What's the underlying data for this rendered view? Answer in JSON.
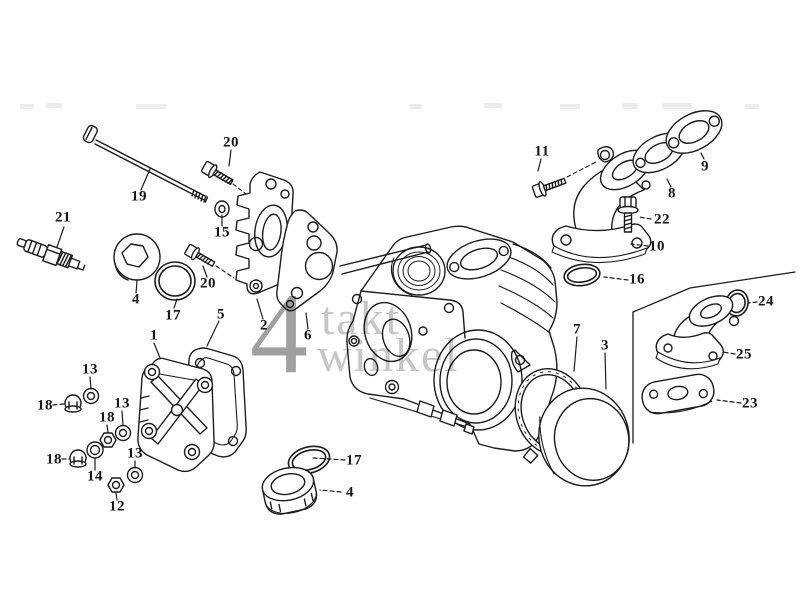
{
  "canvas": {
    "background": "#ffffff",
    "ink": "#1c1c1c"
  },
  "watermark": {
    "digit": "4",
    "word_top": "takt",
    "word_bottom": "winkel",
    "digit_color": "#a0a0a0",
    "word_color": "#c6c6c6"
  },
  "callouts": [
    {
      "id": "callout-21-spark-plug",
      "part": "21"
    },
    {
      "id": "callout-19-stud-bolt",
      "part": "19"
    },
    {
      "id": "callout-20-bolt-upper",
      "part": "20"
    },
    {
      "id": "callout-15-washer",
      "part": "15"
    },
    {
      "id": "callout-4-cap-upper",
      "part": "4"
    },
    {
      "id": "callout-17-oring-upper",
      "part": "17"
    },
    {
      "id": "callout-20-bolt-lower",
      "part": "20"
    },
    {
      "id": "callout-2-cam-plate",
      "part": "2"
    },
    {
      "id": "callout-6-gasket",
      "part": "6"
    },
    {
      "id": "callout-1-head-cover",
      "part": "1"
    },
    {
      "id": "callout-5-cover-gasket",
      "part": "5"
    },
    {
      "id": "callout-13-washer-a",
      "part": "13"
    },
    {
      "id": "callout-18-capnut-a",
      "part": "18"
    },
    {
      "id": "callout-13-washer-b",
      "part": "13"
    },
    {
      "id": "callout-18-nut-b",
      "part": "18"
    },
    {
      "id": "callout-18-capnut-c",
      "part": "18"
    },
    {
      "id": "callout-14-washer",
      "part": "14"
    },
    {
      "id": "callout-13-washer-c",
      "part": "13"
    },
    {
      "id": "callout-12-nut",
      "part": "12"
    },
    {
      "id": "callout-17-oring-lower",
      "part": "17"
    },
    {
      "id": "callout-4-tappet-cover",
      "part": "4"
    },
    {
      "id": "callout-7-cover-ring",
      "part": "7"
    },
    {
      "id": "callout-3-side-cover",
      "part": "3"
    },
    {
      "id": "callout-11-bolt",
      "part": "11"
    },
    {
      "id": "callout-8-gasket",
      "part": "8"
    },
    {
      "id": "callout-9-gasket",
      "part": "9"
    },
    {
      "id": "callout-22-bolt",
      "part": "22"
    },
    {
      "id": "callout-10-manifold",
      "part": "10"
    },
    {
      "id": "callout-16-oring",
      "part": "16"
    },
    {
      "id": "callout-24-oring",
      "part": "24"
    },
    {
      "id": "callout-25-manifold-small",
      "part": "25"
    },
    {
      "id": "callout-23-insulator-plate",
      "part": "23"
    }
  ]
}
